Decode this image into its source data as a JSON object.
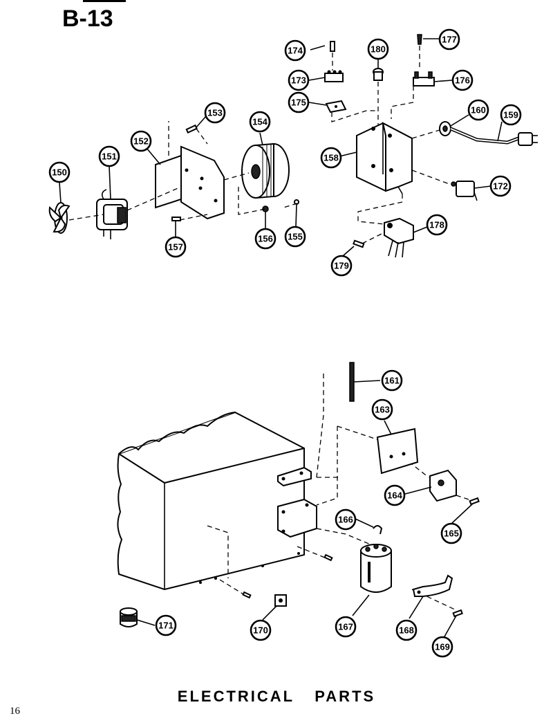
{
  "header": {
    "page_code": "B-13"
  },
  "footer": {
    "caption_words": [
      "ELECTRICAL",
      "PARTS"
    ],
    "page_number": "16"
  },
  "callouts": [
    {
      "id": "c150",
      "label": "150"
    },
    {
      "id": "c151",
      "label": "151"
    },
    {
      "id": "c152",
      "label": "152"
    },
    {
      "id": "c153",
      "label": "153"
    },
    {
      "id": "c154",
      "label": "154"
    },
    {
      "id": "c155",
      "label": "155"
    },
    {
      "id": "c156",
      "label": "156"
    },
    {
      "id": "c157",
      "label": "157"
    },
    {
      "id": "c158",
      "label": "158"
    },
    {
      "id": "c159",
      "label": "159"
    },
    {
      "id": "c160",
      "label": "160"
    },
    {
      "id": "c161",
      "label": "161"
    },
    {
      "id": "c163",
      "label": "163"
    },
    {
      "id": "c164",
      "label": "164"
    },
    {
      "id": "c165",
      "label": "165"
    },
    {
      "id": "c166",
      "label": "166"
    },
    {
      "id": "c167",
      "label": "167"
    },
    {
      "id": "c168",
      "label": "168"
    },
    {
      "id": "c169",
      "label": "169"
    },
    {
      "id": "c170",
      "label": "170"
    },
    {
      "id": "c171",
      "label": "171"
    },
    {
      "id": "c172",
      "label": "172"
    },
    {
      "id": "c173",
      "label": "173"
    },
    {
      "id": "c174",
      "label": "174"
    },
    {
      "id": "c175",
      "label": "175"
    },
    {
      "id": "c176",
      "label": "176"
    },
    {
      "id": "c177",
      "label": "177"
    },
    {
      "id": "c178",
      "label": "178"
    },
    {
      "id": "c179",
      "label": "179"
    },
    {
      "id": "c180",
      "label": "180"
    }
  ]
}
